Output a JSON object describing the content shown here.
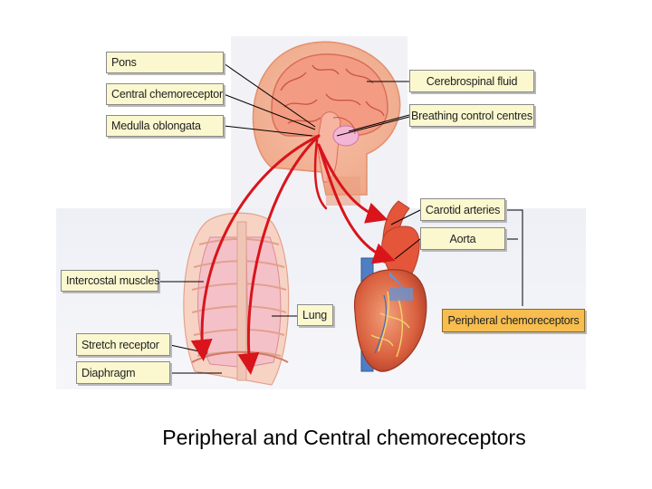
{
  "labels": {
    "pons": "Pons",
    "central_chemoreceptor": "Central chemoreceptor",
    "medulla_oblongata": "Medulla oblongata",
    "cerebrospinal_fluid": "Cerebrospinal fluid",
    "breathing_control_centres": "Breathing control centres",
    "carotid_arteries": "Carotid arteries",
    "aorta": "Aorta",
    "intercostal_muscles": "Intercostal muscles",
    "lung": "Lung",
    "peripheral_chemoreceptors": "Peripheral chemoreceptors",
    "stretch_receptor": "Stretch receptor",
    "diaphragm": "Diaphragm"
  },
  "caption": "Peripheral and Central chemoreceptors",
  "colors": {
    "label_fill": "#fbf8cf",
    "highlight_label_fill": "#f7bd4e",
    "nerve_arrows": "#d9141b"
  }
}
